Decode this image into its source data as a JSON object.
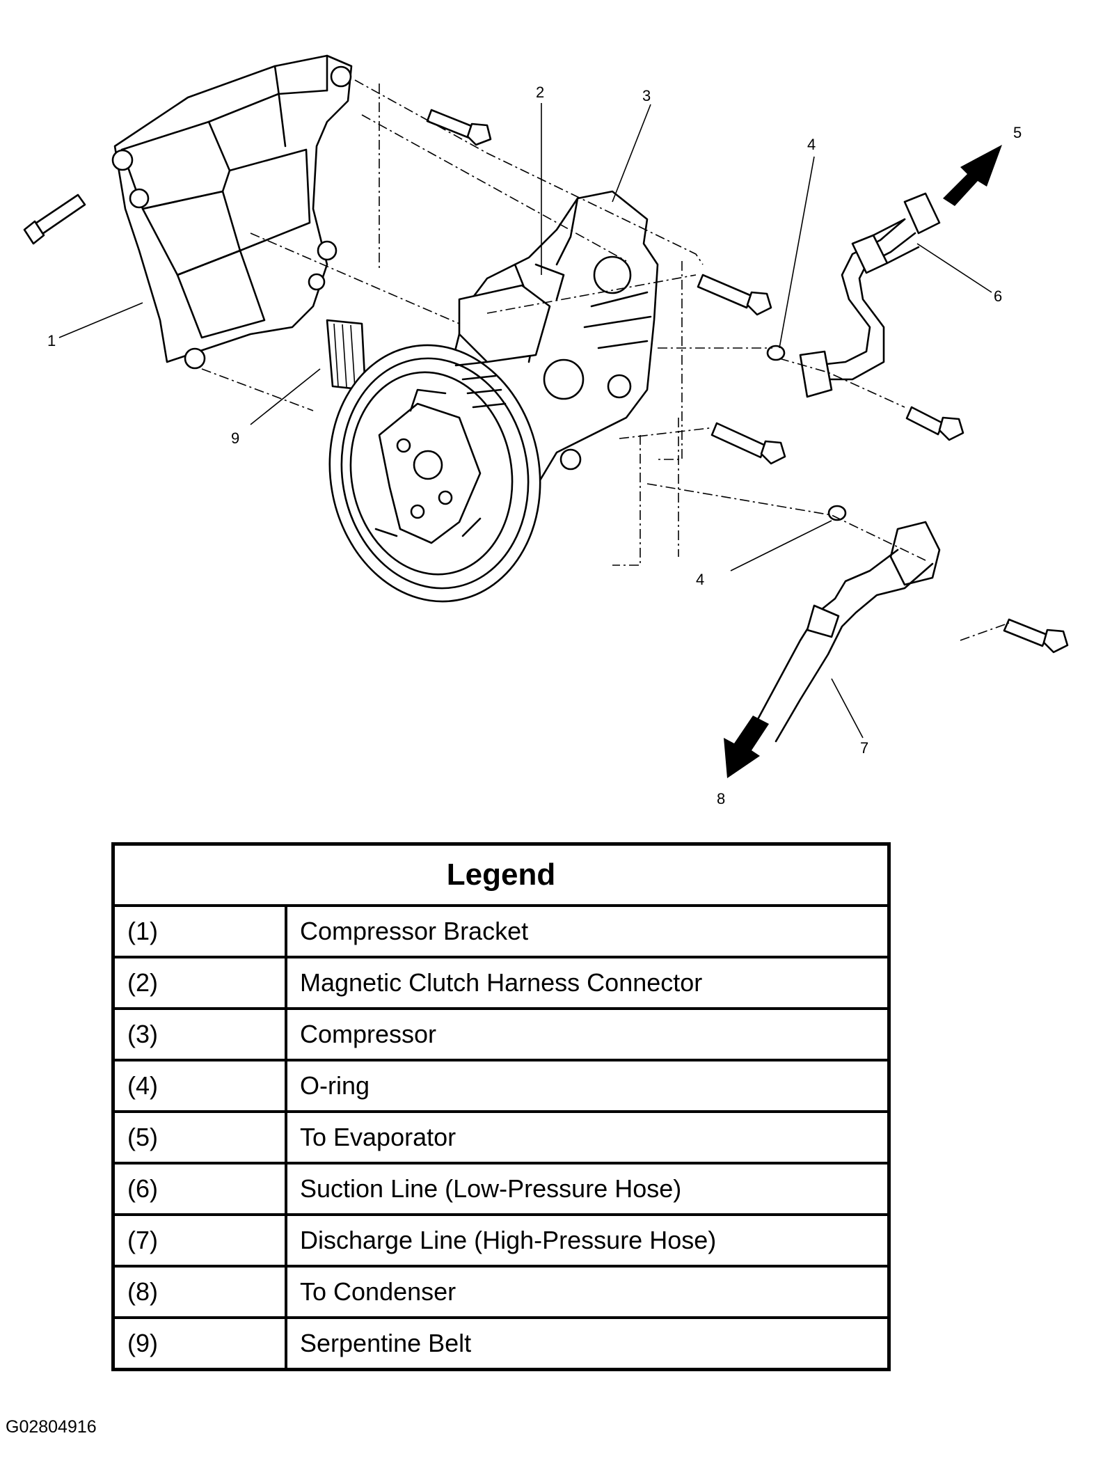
{
  "callouts": [
    "1",
    "2",
    "3",
    "4",
    "4",
    "5",
    "6",
    "7",
    "8",
    "9"
  ],
  "legend": {
    "title": "Legend",
    "rows": [
      {
        "num": "(1)",
        "label": "Compressor Bracket"
      },
      {
        "num": "(2)",
        "label": "Magnetic Clutch Harness Connector"
      },
      {
        "num": "(3)",
        "label": "Compressor"
      },
      {
        "num": "(4)",
        "label": "O-ring"
      },
      {
        "num": "(5)",
        "label": "To Evaporator"
      },
      {
        "num": "(6)",
        "label": "Suction Line (Low-Pressure Hose)"
      },
      {
        "num": "(7)",
        "label": "Discharge Line (High-Pressure Hose)"
      },
      {
        "num": "(8)",
        "label": "To Condenser"
      },
      {
        "num": "(9)",
        "label": "Serpentine Belt"
      }
    ]
  },
  "figure_id": "G02804916"
}
